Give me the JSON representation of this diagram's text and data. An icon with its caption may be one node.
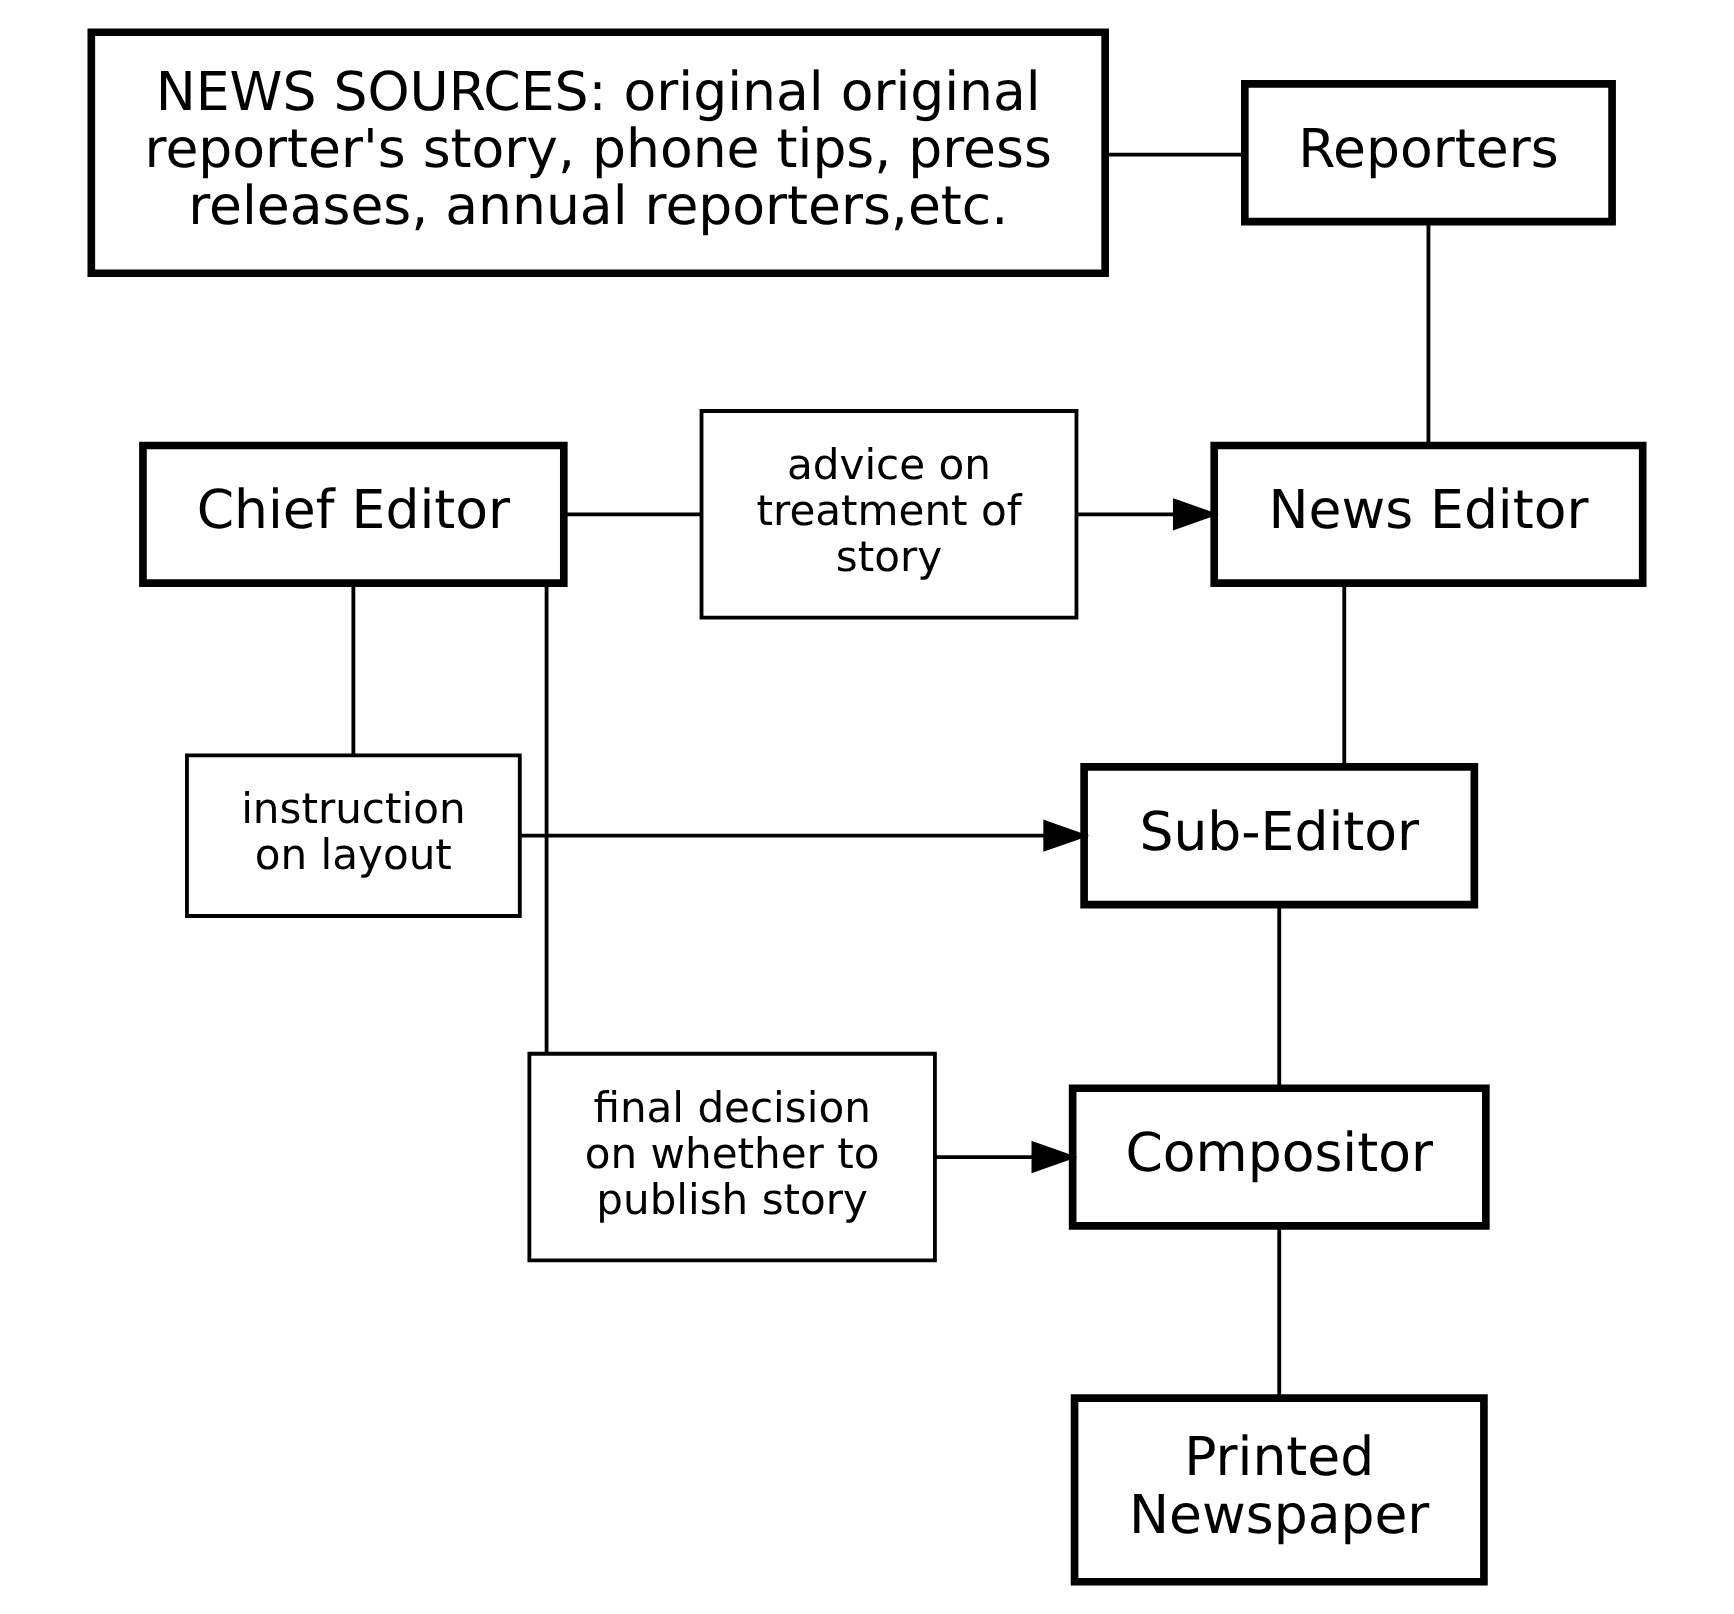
{
  "diagram": {
    "nodes": [
      {
        "text": [
          "NEWS SOURCES: original original reporter's story, phone tips, press releases, annual reporters,etc."
        ]
      },
      {
        "text": [
          "Reporters"
        ]
      },
      {
        "text": [
          "News Editor"
        ]
      },
      {
        "text": [
          "Sub-Editor"
        ]
      },
      {
        "text": [
          "Compositor"
        ]
      },
      {
        "text": [
          "Printed Newspaper"
        ]
      },
      {
        "text": [
          "advice on treatment of story"
        ]
      },
      {
        "text": [
          "instruction on layout"
        ]
      },
      {
        "text": [
          "final decision on whether to publish story"
        ]
      },
      {
        "text": [
          "Chief Editor"
        ]
      }
    ],
    "edges": [
      {
        "from": 0,
        "to": 1,
        "arrow": "none"
      },
      {
        "from": 1,
        "to": 2,
        "arrow": "none"
      },
      {
        "from": 2,
        "to": 3,
        "arrow": "none"
      },
      {
        "from": 3,
        "to": 4,
        "arrow": "none"
      },
      {
        "from": 4,
        "to": 5,
        "arrow": "none"
      },
      {
        "from": 6,
        "to": 2,
        "arrow": "to"
      },
      {
        "from": 7,
        "to": 3,
        "arrow": "to"
      },
      {
        "from": 8,
        "to": 4,
        "arrow": "to"
      },
      {
        "from": 9,
        "to": 6,
        "arrow": "none"
      },
      {
        "from": 9,
        "to": 7,
        "arrow": "none"
      },
      {
        "from": 9,
        "to": 8,
        "arrow": "none"
      }
    ]
  }
}
